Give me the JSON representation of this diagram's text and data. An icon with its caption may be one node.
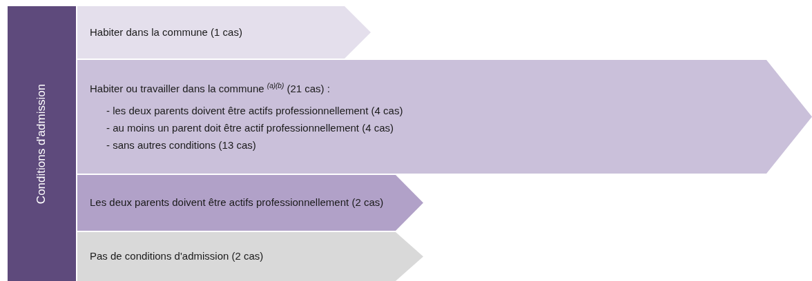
{
  "diagram": {
    "nodes": [
      {
        "text": [
          "Conditions d'admission"
        ]
      },
      {
        "text": [
          "Habiter dans la commune (1 cas)"
        ]
      },
      {
        "text": [
          "Habiter ou travailler dans la commune $^{(a)(b)}$ (21 cas) :",
          "- les deux parents doivent être actifs professionnellement (4 cas)",
          "- au moins un parent doit être actif professionnellement (4 cas)",
          "- sans autres conditions (13 cas)"
        ]
      },
      {
        "text": [
          "Les deux parents doivent être actifs professionnellement (2 cas)"
        ]
      },
      {
        "text": [
          "Pas de conditions d'admission (2 cas)"
        ]
      }
    ]
  }
}
